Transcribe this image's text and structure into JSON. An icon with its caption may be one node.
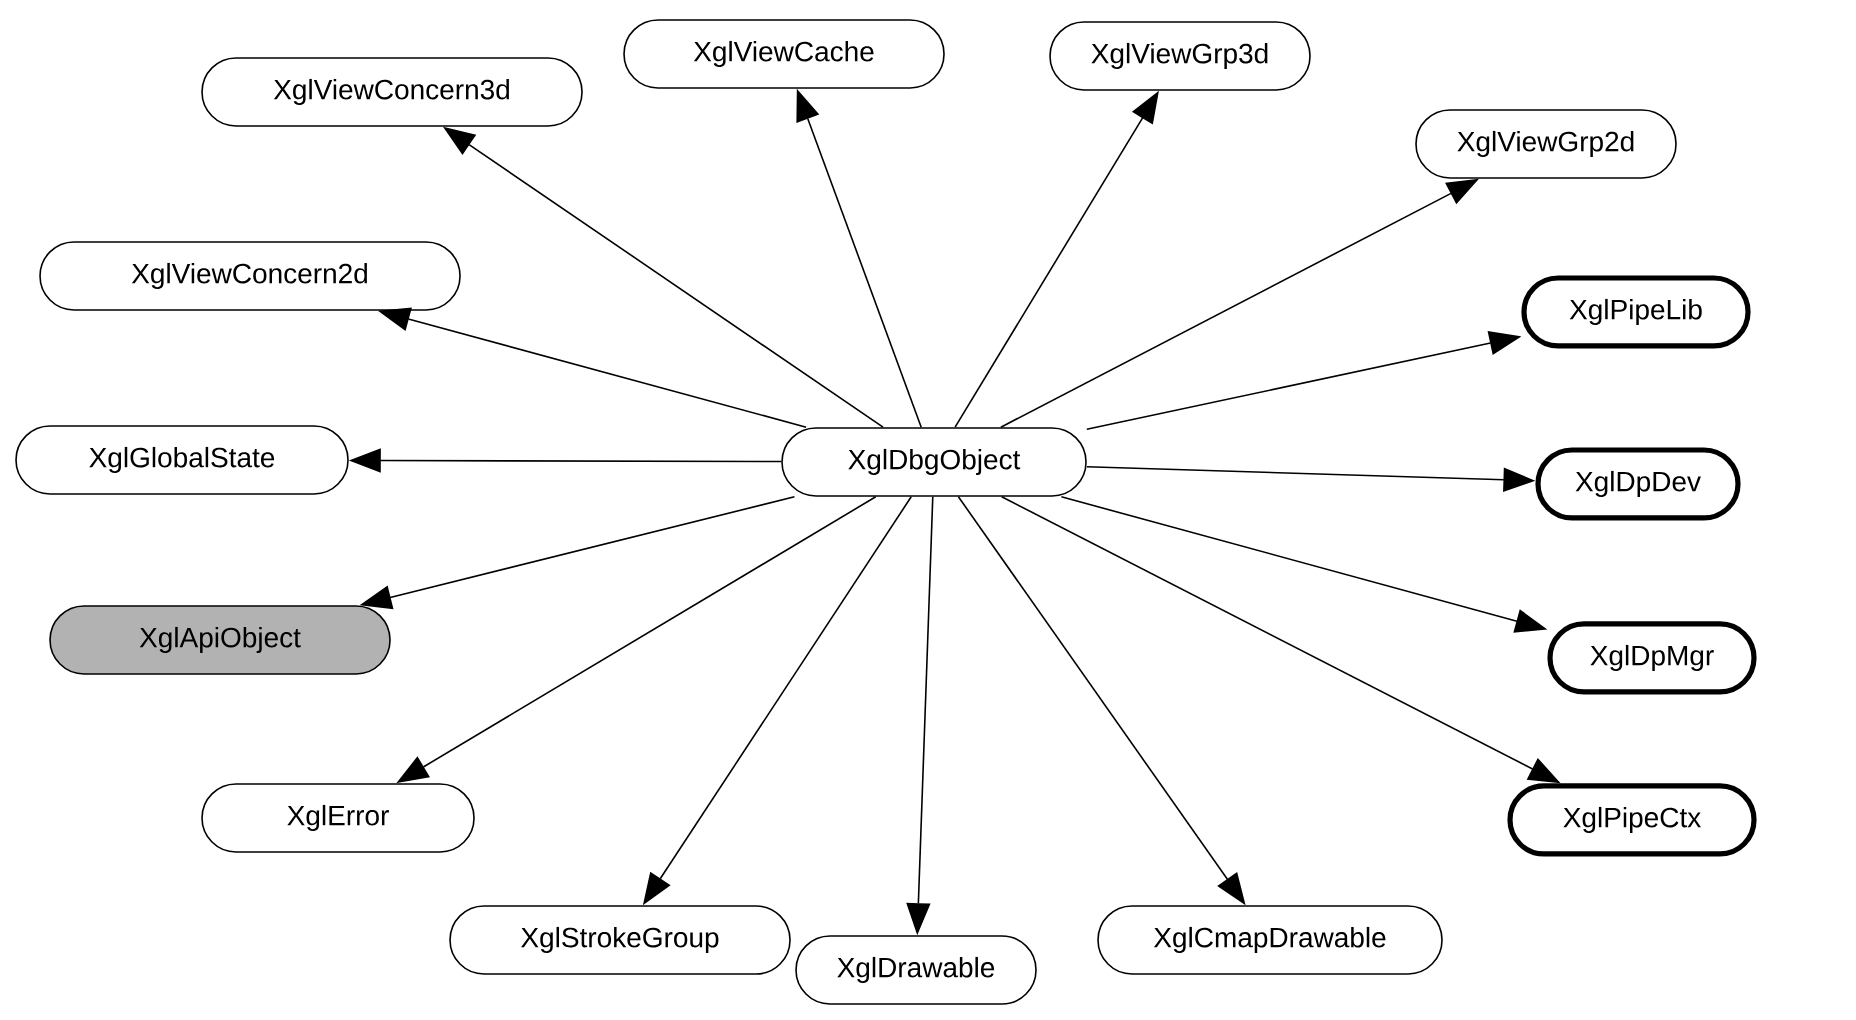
{
  "diagram": {
    "nodes": [
      {
        "text": [
          "XglDbgObject"
        ]
      },
      {
        "text": [
          "XglViewCache"
        ]
      },
      {
        "text": [
          "XglViewGrp3d"
        ]
      },
      {
        "text": [
          "XglViewConcern3d"
        ]
      },
      {
        "text": [
          "XglViewGrp2d"
        ]
      },
      {
        "text": [
          "XglViewConcern2d"
        ]
      },
      {
        "text": [
          "XglPipeLib"
        ]
      },
      {
        "text": [
          "XglGlobalState"
        ]
      },
      {
        "text": [
          "XglDpDev"
        ]
      },
      {
        "text": [
          "XglApiObject"
        ]
      },
      {
        "text": [
          "XglDpMgr"
        ]
      },
      {
        "text": [
          "XglError"
        ]
      },
      {
        "text": [
          "XglPipeCtx"
        ]
      },
      {
        "text": [
          "XglStrokeGroup"
        ]
      },
      {
        "text": [
          "XglCmapDrawable"
        ]
      },
      {
        "text": [
          "XglDrawable"
        ]
      }
    ],
    "edges": [
      {
        "from": 0,
        "to": 1,
        "arrow": "to"
      },
      {
        "from": 0,
        "to": 2,
        "arrow": "to"
      },
      {
        "from": 0,
        "to": 3,
        "arrow": "to"
      },
      {
        "from": 0,
        "to": 4,
        "arrow": "to"
      },
      {
        "from": 0,
        "to": 5,
        "arrow": "to"
      },
      {
        "from": 0,
        "to": 6,
        "arrow": "to"
      },
      {
        "from": 0,
        "to": 7,
        "arrow": "to"
      },
      {
        "from": 0,
        "to": 8,
        "arrow": "to"
      },
      {
        "from": 0,
        "to": 9,
        "arrow": "to"
      },
      {
        "from": 0,
        "to": 10,
        "arrow": "to"
      },
      {
        "from": 0,
        "to": 11,
        "arrow": "to"
      },
      {
        "from": 0,
        "to": 12,
        "arrow": "to"
      },
      {
        "from": 0,
        "to": 13,
        "arrow": "to"
      },
      {
        "from": 0,
        "to": 14,
        "arrow": "to"
      },
      {
        "from": 0,
        "to": 15,
        "arrow": "to"
      }
    ]
  }
}
